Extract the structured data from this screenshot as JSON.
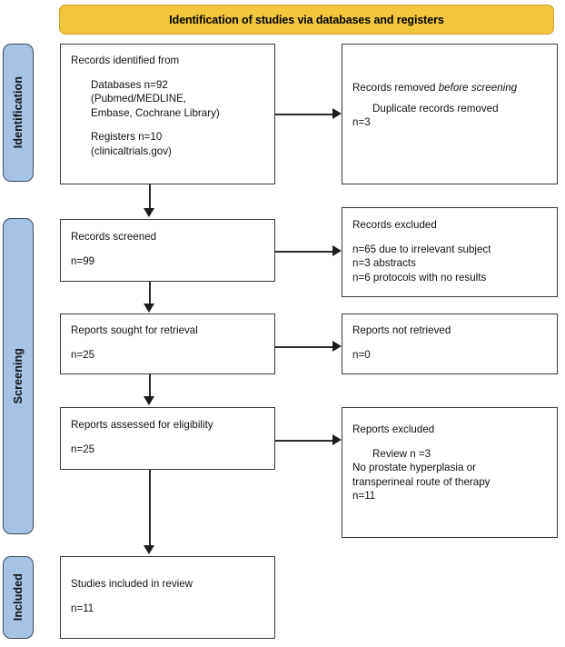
{
  "banner": {
    "title": "Identification of studies via databases and registers",
    "fill_color": "#F2C53D"
  },
  "stages": [
    {
      "label": "Identification"
    },
    {
      "label": "Screening"
    },
    {
      "label": "Included"
    }
  ],
  "stage_fill_color": "#A6C3E4",
  "boxes": {
    "records_identified": {
      "heading": "Records identified from",
      "databases_line1": "Databases n=92",
      "databases_line2": "(Pubmed/MEDLINE,",
      "databases_line3": "Embase, Cochrane Library)",
      "registers_line1": "Registers n=10",
      "registers_line2": "(clinicaltrials.gov)"
    },
    "records_removed": {
      "heading_part1": "Records removed ",
      "heading_italic": "before screening",
      "detail_line1": "Duplicate records removed",
      "detail_line2": "n=3"
    },
    "records_screened": {
      "heading": "Records screened",
      "count": "n=99"
    },
    "records_excluded": {
      "heading": "Records excluded",
      "reason1": "n=65 due to irrelevant subject",
      "reason2": "n=3 abstracts",
      "reason3": "n=6 protocols with no results"
    },
    "reports_sought": {
      "heading": "Reports sought for retrieval",
      "count": "n=25"
    },
    "reports_not_retrieved": {
      "heading": "Reports not retrieved",
      "count": "n=0"
    },
    "reports_assessed": {
      "heading": "Reports assessed for eligibility",
      "count": "n=25"
    },
    "reports_excluded": {
      "heading": "Reports excluded",
      "reason1": "Review n =3",
      "reason2": "No prostate hyperplasia or",
      "reason3": "transperineal route of therapy",
      "reason4": "n=11"
    },
    "studies_included": {
      "heading": "Studies included in review",
      "count": "n=11"
    }
  }
}
